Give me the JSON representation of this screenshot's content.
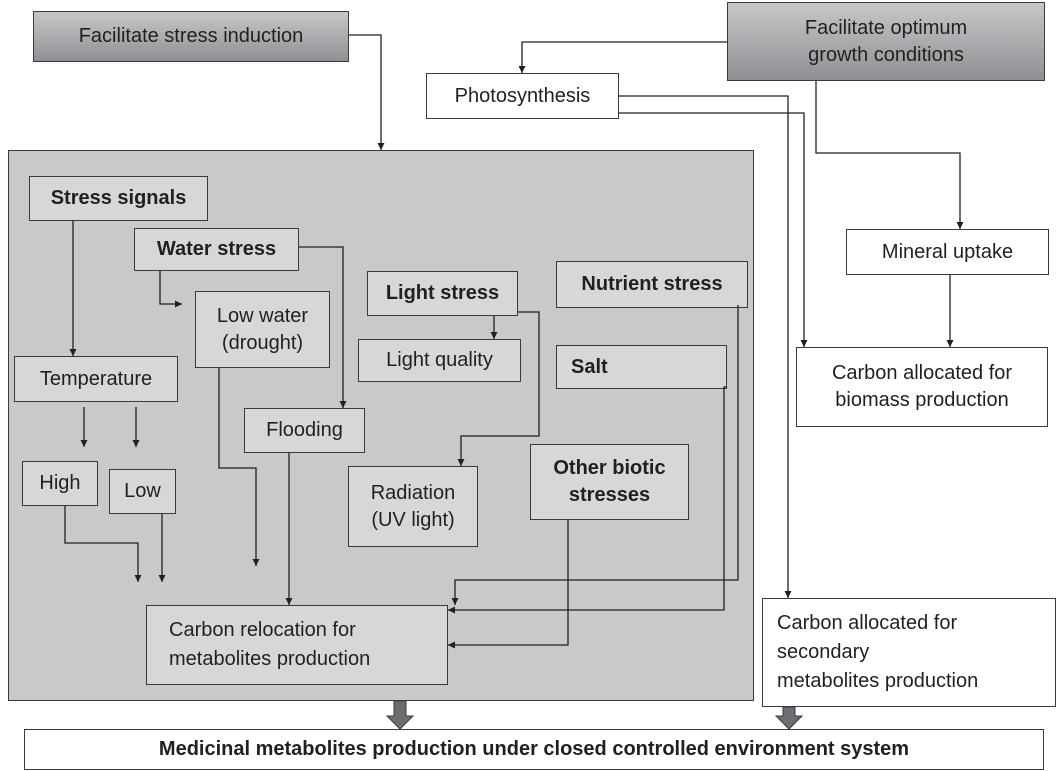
{
  "diagram": {
    "top_left": "Facilitate stress induction",
    "top_right": "Facilitate optimum\ngrowth conditions",
    "photosynthesis": "Photosynthesis",
    "mineral_uptake": "Mineral uptake",
    "carbon_biomass": "Carbon allocated for\nbiomass production",
    "carbon_secondary": "Carbon allocated for\nsecondary\nmetabolites production",
    "stress_signals": "Stress signals",
    "water_stress": "Water stress",
    "low_water": "Low water\n(drought)",
    "light_stress": "Light stress",
    "light_quality": "Light quality",
    "nutrient_stress": "Nutrient stress",
    "salt": "Salt",
    "temperature": "Temperature",
    "high": "High",
    "low": "Low",
    "flooding": "Flooding",
    "radiation": "Radiation\n(UV light)",
    "other_biotic": "Other biotic\nstresses",
    "carbon_relocation": "Carbon relocation for\nmetabolites production",
    "footer": "Medicinal metabolites production under closed controlled environment system"
  },
  "colors": {
    "panel": "#c8c9cb",
    "inner_box": "#d6d7d9",
    "header_gradient_top": "#c6c7c9",
    "header_gradient_bottom": "#8f9093",
    "line": "#231f20",
    "block_arrow": "#6d6e71"
  }
}
